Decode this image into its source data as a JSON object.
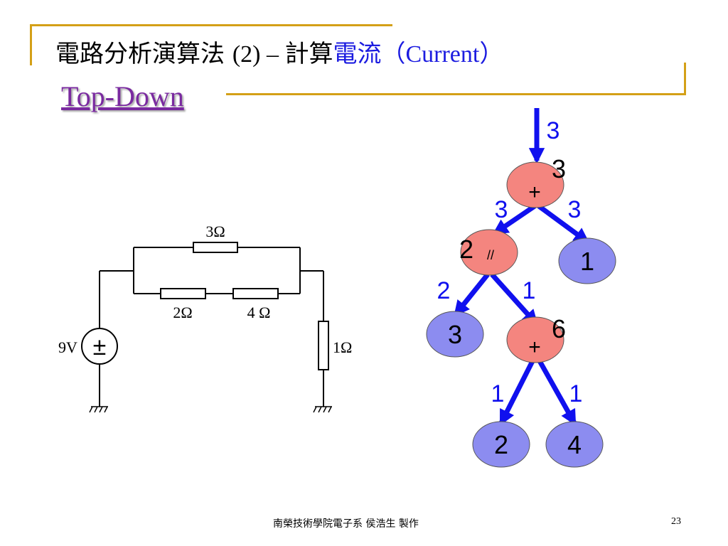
{
  "slide": {
    "title_prefix": "電路分析演算法 ",
    "title_num": "(2)",
    "title_dash": " – ",
    "title_calc": "計算",
    "title_blue_zh": "電流",
    "title_blue_en": "（Current）",
    "subtitle": "Top-Down",
    "footer_center": "南榮技術學院電子系  侯浩生  製作",
    "page_number": "23"
  },
  "circuit": {
    "r_top": "3Ω",
    "r_left": "2Ω",
    "r_mid": "4 Ω",
    "r_right": "1Ω",
    "source": "9V",
    "source_symbol": "±"
  },
  "tree": {
    "input_current": "3",
    "root": {
      "op": "+",
      "value": "3",
      "left_current": "3",
      "right_current": "3"
    },
    "parallel": {
      "op": "//",
      "value": "2",
      "left_current": "2",
      "right_current": "1"
    },
    "leaf_1": {
      "label": "1"
    },
    "leaf_3": {
      "label": "3"
    },
    "series": {
      "op": "+",
      "value": "6",
      "left_current": "1",
      "right_current": "1"
    },
    "leaf_2": {
      "label": "2"
    },
    "leaf_4": {
      "label": "4"
    }
  },
  "colors": {
    "frame": "#d4a017",
    "title_blue": "#1c1ce0",
    "subtitle_purple": "#7a2aa0",
    "op_node": "#f4857f",
    "leaf_node": "#8c8cf0",
    "arrow": "#1010ee",
    "label_blue": "#1010ee"
  }
}
